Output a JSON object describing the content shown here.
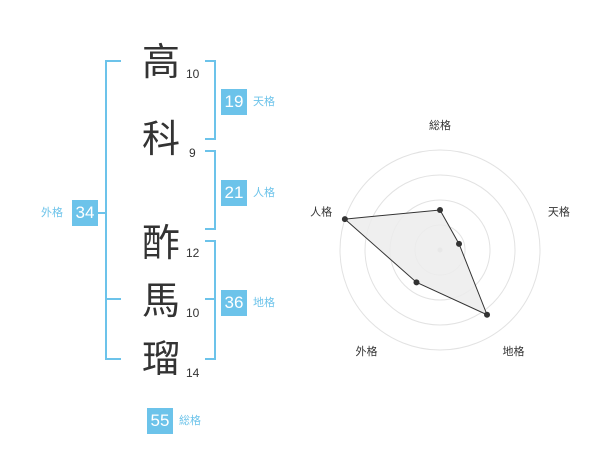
{
  "name": {
    "chars": [
      {
        "char": "高",
        "strokes": "10"
      },
      {
        "char": "科",
        "strokes": "9"
      },
      {
        "char": "酢",
        "strokes": "12"
      },
      {
        "char": "馬",
        "strokes": "10"
      },
      {
        "char": "瑠",
        "strokes": "14"
      }
    ]
  },
  "fortunes": {
    "tenkaku": {
      "value": "19",
      "label": "天格"
    },
    "jinkaku": {
      "value": "21",
      "label": "人格"
    },
    "chikaku": {
      "value": "36",
      "label": "地格"
    },
    "gaikaku": {
      "value": "34",
      "label": "外格"
    },
    "soukaku": {
      "value": "55",
      "label": "総格"
    }
  },
  "colors": {
    "accent": "#6cc3ea",
    "text": "#333333",
    "ring": "#e2e2e2"
  },
  "chart_data": {
    "type": "radar",
    "axes": [
      "総格",
      "天格",
      "地格",
      "外格",
      "人格"
    ],
    "values": [
      2,
      1,
      4,
      2,
      5
    ],
    "rmax": 5,
    "rings": 4
  }
}
